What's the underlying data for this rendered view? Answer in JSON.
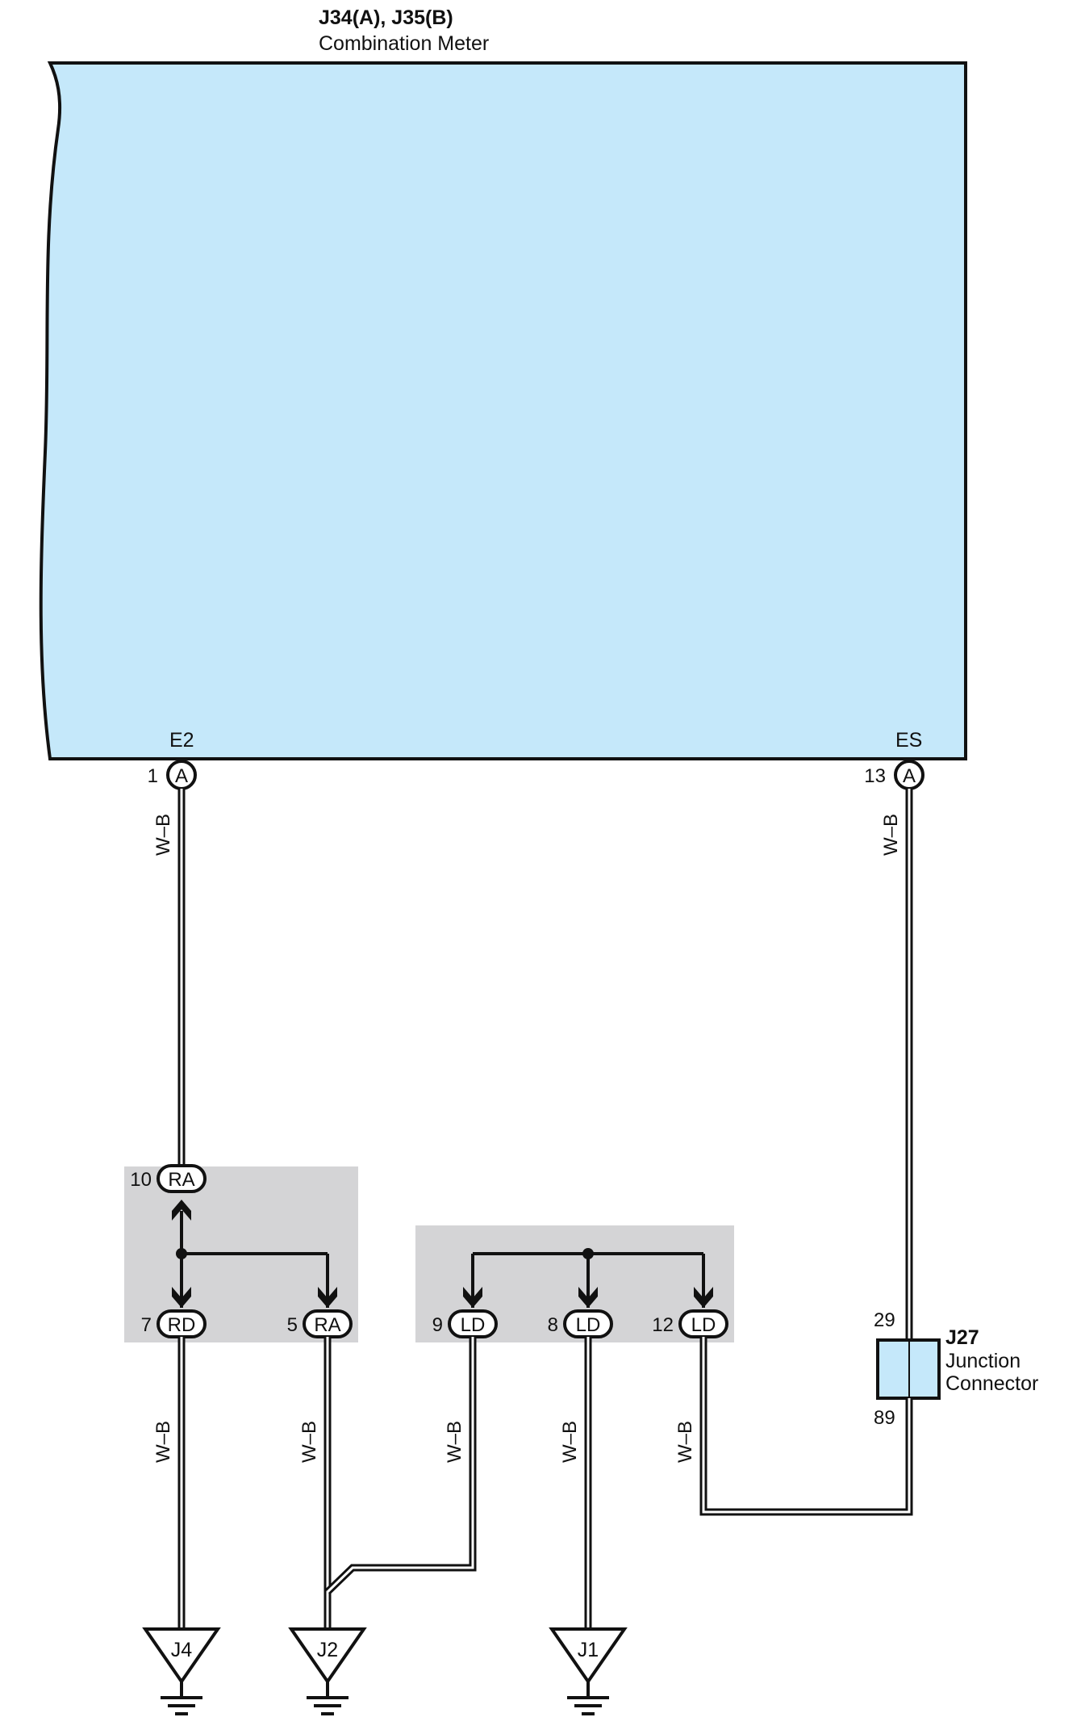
{
  "colors": {
    "meter_fill": "#c5e8fa",
    "junction_block_fill": "#d4d4d6",
    "junction_connector_fill": "#c5e8fa",
    "line": "#111111"
  },
  "meter": {
    "id": "J34(A), J35(B)",
    "name": "Combination Meter",
    "terminals": [
      {
        "name": "E2",
        "pin": "1",
        "connector": "A"
      },
      {
        "name": "ES",
        "pin": "13",
        "connector": "A"
      }
    ]
  },
  "wires": {
    "color_code": "W–B"
  },
  "junction_block_left": {
    "top_pin": {
      "pin": "10",
      "connector": "RA"
    },
    "bottom_pins": [
      {
        "pin": "7",
        "connector": "RD"
      },
      {
        "pin": "5",
        "connector": "RA"
      }
    ]
  },
  "junction_block_right": {
    "bottom_pins": [
      {
        "pin": "9",
        "connector": "LD"
      },
      {
        "pin": "8",
        "connector": "LD"
      },
      {
        "pin": "12",
        "connector": "LD"
      }
    ]
  },
  "junction_connector": {
    "id": "J27",
    "name_line1": "Junction",
    "name_line2": "Connector",
    "pin_top": "29",
    "pin_bottom": "89"
  },
  "grounds": [
    "J4",
    "J2",
    "J1"
  ]
}
